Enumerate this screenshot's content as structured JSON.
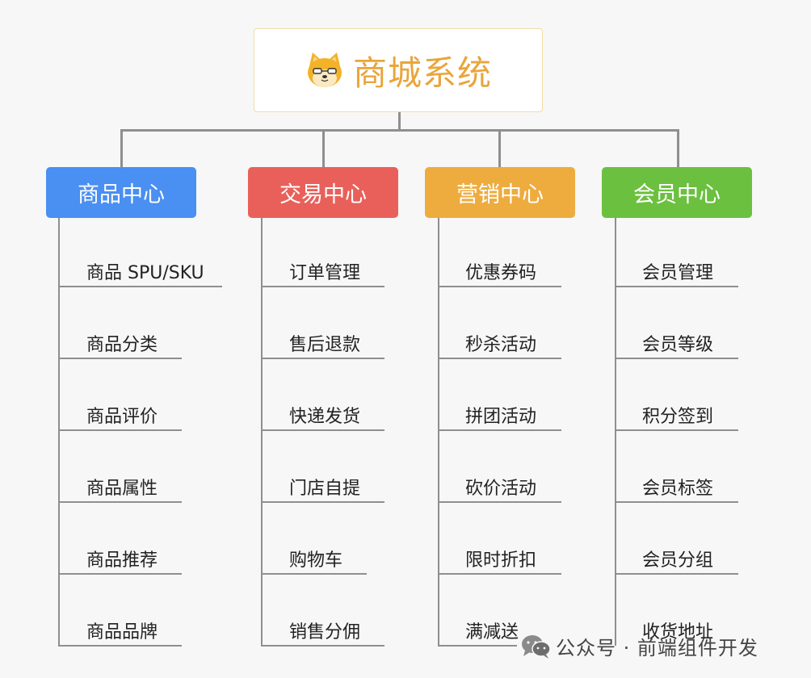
{
  "root": {
    "title": "商城系统",
    "icon": "shiba-dog-icon"
  },
  "categories": [
    {
      "label": "商品中心",
      "color": "#4a8ff2",
      "items": [
        "商品 SPU/SKU",
        "商品分类",
        "商品评价",
        "商品属性",
        "商品推荐",
        "商品品牌"
      ]
    },
    {
      "label": "交易中心",
      "color": "#e9605a",
      "items": [
        "订单管理",
        "售后退款",
        "快递发货",
        "门店自提",
        "购物车",
        "销售分佣"
      ]
    },
    {
      "label": "营销中心",
      "color": "#eeac3f",
      "items": [
        "优惠券码",
        "秒杀活动",
        "拼团活动",
        "砍价活动",
        "限时折扣",
        "满减送"
      ]
    },
    {
      "label": "会员中心",
      "color": "#6cc040",
      "items": [
        "会员管理",
        "会员等级",
        "积分签到",
        "会员标签",
        "会员分组",
        "收货地址"
      ]
    }
  ],
  "watermark": {
    "text": "公众号 · 前端组件开发",
    "icon": "wechat-icon"
  },
  "colors": {
    "line": "#8f8f8f",
    "root_text": "#e9a53b",
    "root_border": "#f0dca6"
  }
}
